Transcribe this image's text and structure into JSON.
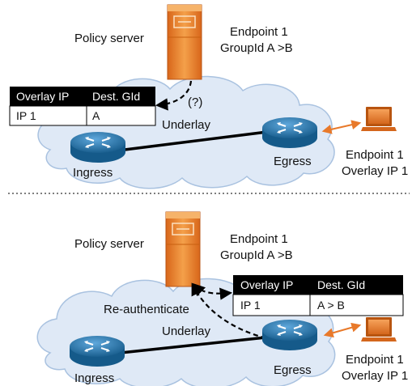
{
  "top": {
    "policy_server": "Policy server",
    "endpoint_line1": "Endpoint 1",
    "endpoint_line2": "GroupId A >B",
    "question": "(?)",
    "underlay": "Underlay",
    "ingress": "Ingress",
    "egress": "Egress",
    "laptop_line1": "Endpoint 1",
    "laptop_line2": "Overlay IP 1",
    "table": {
      "headers": [
        "Overlay IP",
        "Dest. GId"
      ],
      "row": [
        "IP 1",
        "A"
      ]
    }
  },
  "bottom": {
    "policy_server": "Policy server",
    "endpoint_line1": "Endpoint 1",
    "endpoint_line2": "GroupId A >B",
    "reauth": "Re-authenticate",
    "underlay": "Underlay",
    "ingress": "Ingress",
    "egress": "Egress",
    "laptop_line1": "Endpoint 1",
    "laptop_line2": "Overlay IP 1",
    "table": {
      "headers": [
        "Overlay IP",
        "Dest. GId"
      ],
      "row": [
        "IP 1",
        "A > B"
      ]
    }
  },
  "colors": {
    "cloud_fill": "#dfe9f6",
    "cloud_stroke": "#a9c2e0",
    "server": "#ef8a2a",
    "router": "#1f6fa8",
    "laptop": "#e8792a",
    "arrow_orange": "#e8792a",
    "table_header": "#000000"
  }
}
